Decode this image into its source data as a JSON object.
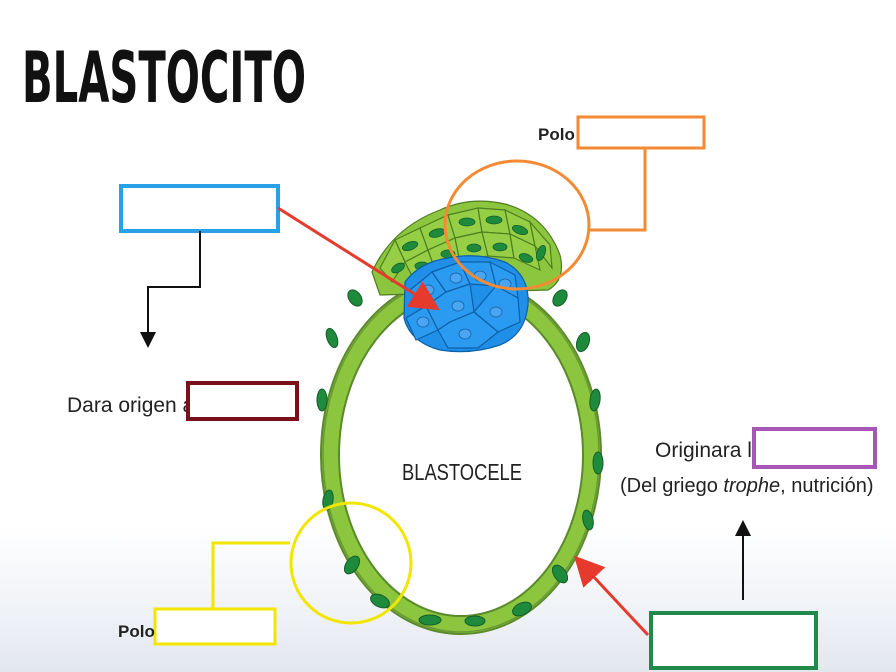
{
  "title": "BLASTOCITO",
  "labels": {
    "polo_top": "Polo",
    "polo_bottom": "Polo",
    "dara_origen": "Dara origen al",
    "originara": "Originara la",
    "griego_pre": "(Del griego ",
    "griego_word": "trophe",
    "griego_post": ", nutrición)",
    "blastocele": "BLASTOCELE"
  },
  "colors": {
    "blue": "#2aa1e6",
    "orange": "#f58a35",
    "maroon": "#7b0f1a",
    "purple": "#a457b5",
    "green": "#1f8a4a",
    "yellow": "#f2e600",
    "red": "#e53a2c",
    "trophoblast": "#8cc63e",
    "nucleus": "#1e8a3c",
    "icm": "#1f8fe8"
  }
}
